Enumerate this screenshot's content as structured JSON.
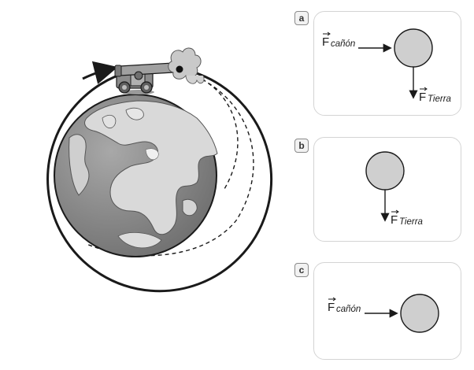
{
  "panels": [
    {
      "id": "a",
      "label": "a",
      "forces": {
        "canon": "cañón",
        "tierra": "Tierra"
      }
    },
    {
      "id": "b",
      "label": "b",
      "forces": {
        "tierra": "Tierra"
      }
    },
    {
      "id": "c",
      "label": "c",
      "forces": {
        "canon": "cañón"
      }
    }
  ],
  "force_symbol": "F",
  "colors": {
    "ball": "#cfcfcf",
    "ocean": "#8f8f8f",
    "land": "#d9d9d9",
    "outline": "#1a1a1a"
  }
}
